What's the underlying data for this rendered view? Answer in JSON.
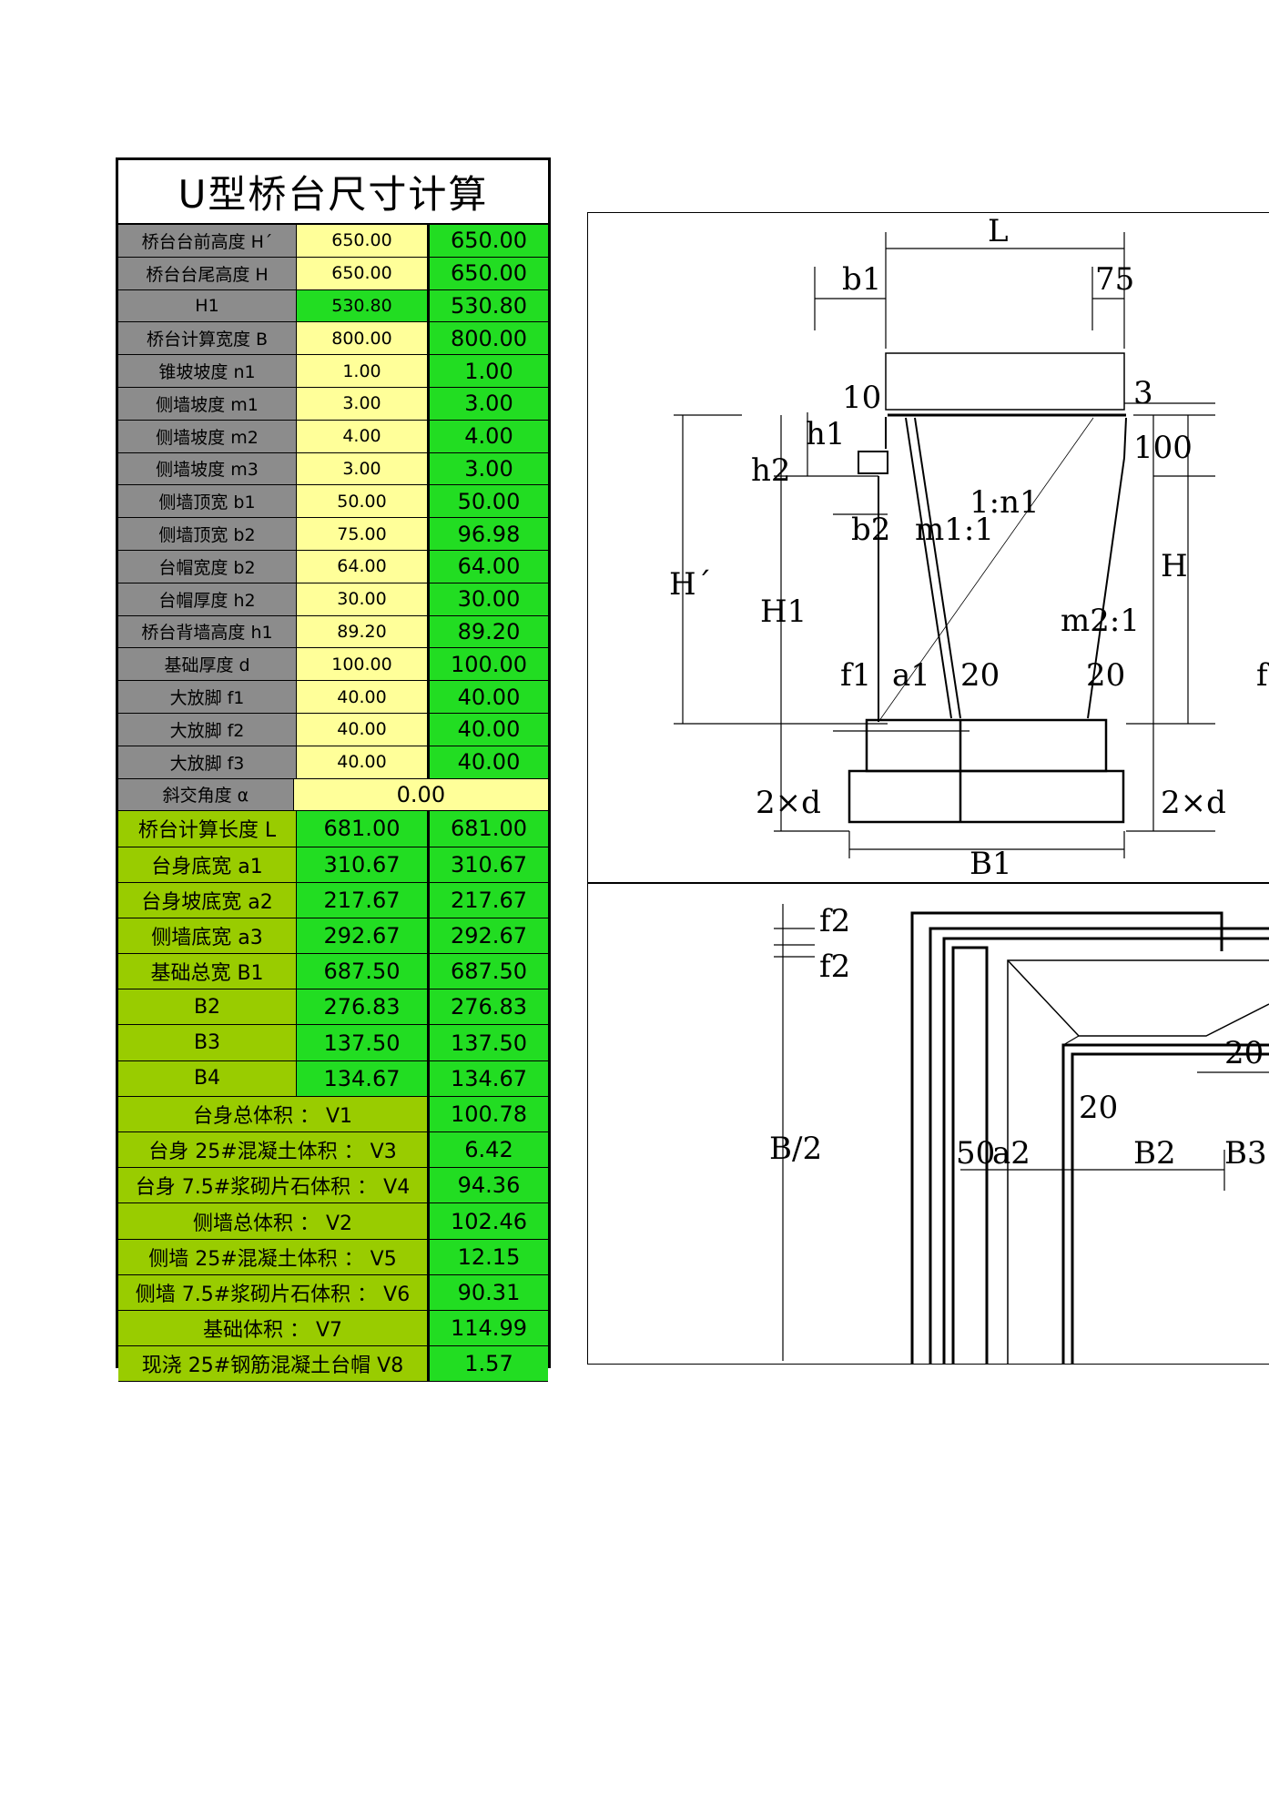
{
  "title": "U型桥台尺寸计算",
  "input_rows": [
    {
      "label": "桥台台前高度 H´",
      "input": "650.00",
      "result": "650.00"
    },
    {
      "label": "桥台台尾高度 H",
      "input": "650.00",
      "result": "650.00"
    },
    {
      "label": "H1",
      "input": "530.80",
      "result": "530.80"
    },
    {
      "label": "桥台计算宽度 B",
      "input": "800.00",
      "result": "800.00"
    },
    {
      "label": "锥坡坡度 n1",
      "input": "1.00",
      "result": "1.00"
    },
    {
      "label": "侧墙坡度 m1",
      "input": "3.00",
      "result": "3.00"
    },
    {
      "label": "侧墙坡度 m2",
      "input": "4.00",
      "result": "4.00"
    },
    {
      "label": "侧墙坡度 m3",
      "input": "3.00",
      "result": "3.00"
    },
    {
      "label": "侧墙顶宽 b1",
      "input": "50.00",
      "result": "50.00"
    },
    {
      "label": "侧墙顶宽 b2",
      "input": "75.00",
      "result": "96.98"
    },
    {
      "label": "台帽宽度 b2",
      "input": "64.00",
      "result": "64.00"
    },
    {
      "label": "台帽厚度 h2",
      "input": "30.00",
      "result": "30.00"
    },
    {
      "label": "桥台背墙高度 h1",
      "input": "89.20",
      "result": "89.20"
    },
    {
      "label": "基础厚度 d",
      "input": "100.00",
      "result": "100.00"
    },
    {
      "label": "大放脚 f1",
      "input": "40.00",
      "result": "40.00"
    },
    {
      "label": "大放脚 f2",
      "input": "40.00",
      "result": "40.00"
    },
    {
      "label": "大放脚 f3",
      "input": "40.00",
      "result": "40.00"
    }
  ],
  "alpha_row": {
    "label": "斜交角度 α",
    "value": "0.00"
  },
  "calc_rows": [
    {
      "label": "桥台计算长度 L",
      "value1": "681.00",
      "value2": "681.00"
    },
    {
      "label": "台身底宽 a1",
      "value1": "310.67",
      "value2": "310.67"
    },
    {
      "label": "台身坡底宽 a2",
      "value1": "217.67",
      "value2": "217.67"
    },
    {
      "label": "侧墙底宽 a3",
      "value1": "292.67",
      "value2": "292.67"
    },
    {
      "label": "基础总宽 B1",
      "value1": "687.50",
      "value2": "687.50"
    },
    {
      "label": "B2",
      "value1": "276.83",
      "value2": "276.83"
    },
    {
      "label": "B3",
      "value1": "137.50",
      "value2": "137.50"
    },
    {
      "label": "B4",
      "value1": "134.67",
      "value2": "134.67"
    }
  ],
  "volume_rows": [
    {
      "label": "台身总体积 ： V1",
      "value": "100.78"
    },
    {
      "label": "台身 25#混凝土体积 ： V3",
      "value": "6.42"
    },
    {
      "label": "台身 7.5#浆砌片石体积 ： V4",
      "value": "94.36"
    },
    {
      "label": "侧墙总体积 ： V2",
      "value": "102.46"
    },
    {
      "label": "侧墙 25#混凝土体积 ： V5",
      "value": "12.15"
    },
    {
      "label": "侧墙 7.5#浆砌片石体积 ： V6",
      "value": "90.31"
    },
    {
      "label": "基础体积 ： V7",
      "value": "114.99"
    },
    {
      "label": "现浇 25#钢筋混凝土台帽 V8",
      "value": "1.57"
    }
  ],
  "drawing_labels": {
    "L": "L",
    "b1": "b1",
    "75": "75",
    "10": "10",
    "3": "3",
    "h1": "h1",
    "h2": "h2",
    "100": "100",
    "b2": "b2",
    "m1": "m1:1",
    "n1": "1:n1",
    "m2": "m2:1",
    "H_prime": "H´",
    "H1": "H1",
    "H": "H",
    "f1": "f1",
    "a1": "a1",
    "20a": "20",
    "20b": "20",
    "2xd_left": "2×d",
    "2xd_right": "2×d",
    "B1": "B1",
    "f2_top": "f2",
    "f2_mid": "f2",
    "B_half": "B/2",
    "50": "50",
    "a2": "a2",
    "20c": "20",
    "B2": "B2",
    "B3": "B3",
    "20d": "20",
    "f_edge": "f"
  }
}
